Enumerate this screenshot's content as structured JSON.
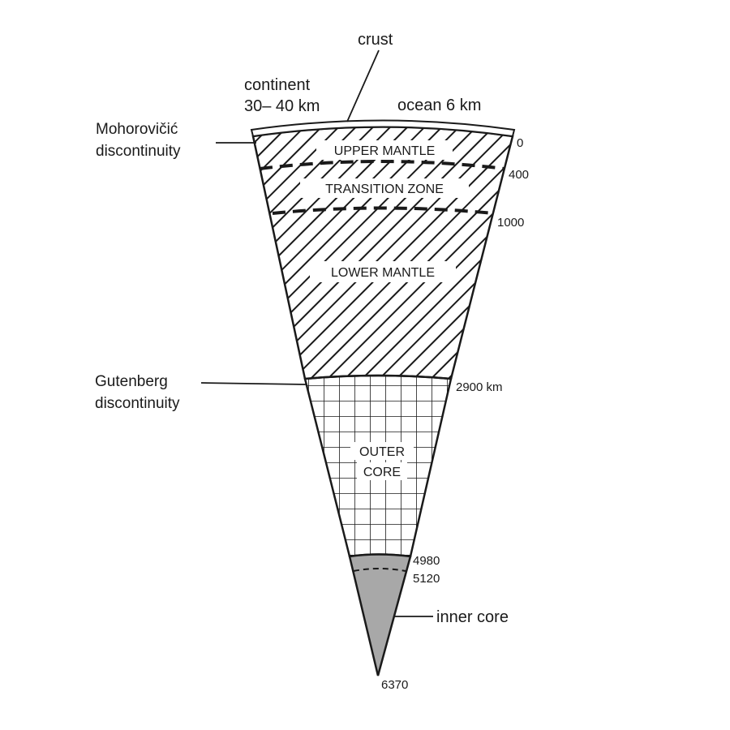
{
  "labels": {
    "crust": "crust",
    "continent_line1": "continent",
    "continent_line2": "30– 40 km",
    "ocean": "ocean 6 km",
    "moho_line1": "Mohorovičić",
    "moho_line2": "discontinuity",
    "gutenberg_line1": "Gutenberg",
    "gutenberg_line2": "discontinuity",
    "inner_core": "inner core"
  },
  "layers": {
    "upper_mantle": "UPPER MANTLE",
    "transition_zone": "TRANSITION ZONE",
    "lower_mantle": "LOWER MANTLE",
    "outer_core_line1": "OUTER",
    "outer_core_line2": "CORE"
  },
  "depths": {
    "d0": "0",
    "d400": "400",
    "d1000": "1000",
    "d2900": "2900 km",
    "d4980": "4980",
    "d5120": "5120",
    "d6370": "6370"
  },
  "colors": {
    "ink": "#1a1a1a",
    "inner_core_fill": "#a8a8a8",
    "background": "#ffffff"
  }
}
